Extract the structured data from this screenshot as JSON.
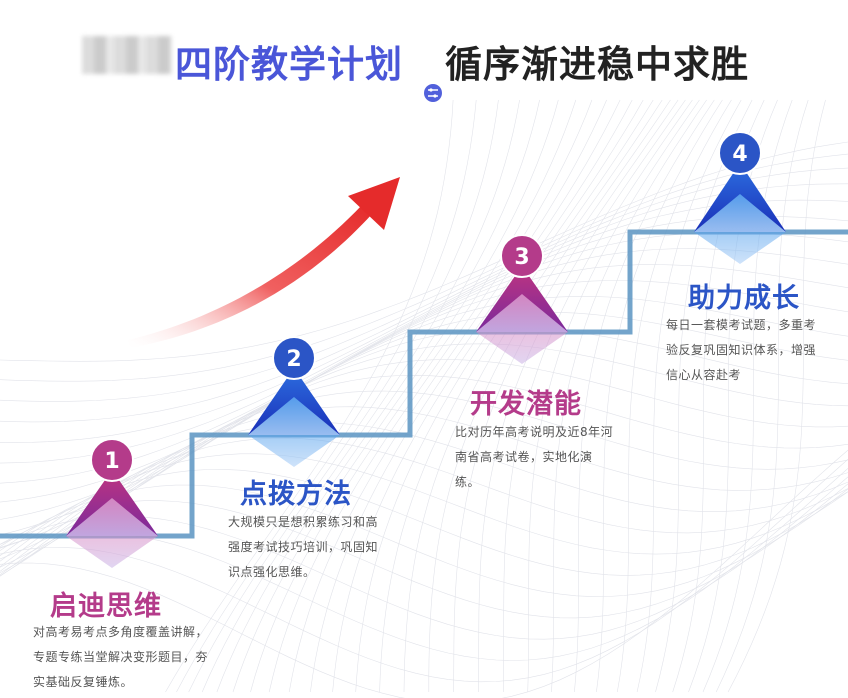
{
  "header": {
    "brand_blurred": "",
    "title_highlight": "四阶教学计划",
    "title_main": "循序渐进稳中求胜",
    "divider_icon": "sliders-icon"
  },
  "steps": [
    {
      "number": "1",
      "title": "启迪思维",
      "desc": "对高考易考点多角度覆盖讲解，专题专练当堂解决变形题目，夯实基础反复锤炼。",
      "color": "#b43b8a"
    },
    {
      "number": "2",
      "title": "点拨方法",
      "desc": "大规模只是想积累练习和高强度考试技巧培训，巩固知识点强化思维。",
      "color": "#2b55c6"
    },
    {
      "number": "3",
      "title": "开发潜能",
      "desc": "比对历年高考说明及近8年河南省高考试卷，实地化演练。",
      "color": "#b43b8a"
    },
    {
      "number": "4",
      "title": "助力成长",
      "desc": "每日一套模考试题，多重考验反复巩固知识体系，增强信心从容赴考",
      "color": "#2b55c6"
    }
  ],
  "decor": {
    "arrow_icon": "trend-arrow-icon",
    "arrow_color": "#ef3b3b",
    "stair_color": "#5b94c2"
  }
}
